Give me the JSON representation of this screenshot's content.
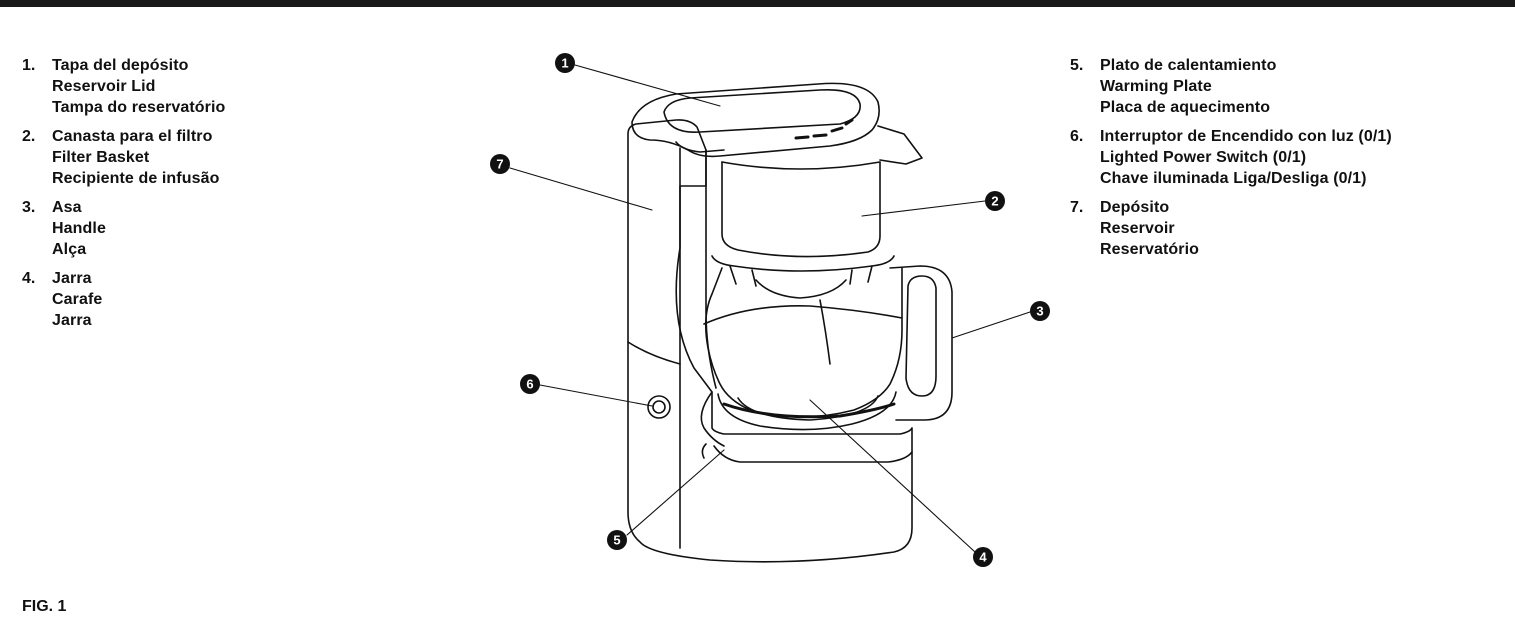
{
  "figure": {
    "caption": "FIG. 1"
  },
  "parts": [
    {
      "num": "1.",
      "lines": [
        "Tapa del depósito",
        "Reservoir Lid",
        "Tampa do reservatório"
      ]
    },
    {
      "num": "2.",
      "lines": [
        "Canasta para el filtro",
        "Filter Basket",
        "Recipiente de infusão"
      ]
    },
    {
      "num": "3.",
      "lines": [
        "Asa",
        "Handle",
        "Alça"
      ]
    },
    {
      "num": "4.",
      "lines": [
        "Jarra",
        "Carafe",
        "Jarra"
      ]
    },
    {
      "num": "5.",
      "lines": [
        "Plato de calentamiento",
        "Warming Plate",
        "Placa de aquecimento"
      ]
    },
    {
      "num": "6.",
      "lines": [
        "Interruptor de Encendido con luz (0/1)",
        "Lighted Power Switch (0/1)",
        "Chave iluminada Liga/Desliga (0/1)"
      ]
    },
    {
      "num": "7.",
      "lines": [
        "Depósito",
        "Reservoir",
        "Reservatório"
      ]
    }
  ],
  "callouts": [
    "1",
    "2",
    "3",
    "4",
    "5",
    "6",
    "7"
  ],
  "colors": {
    "ink": "#111111",
    "rule": "#1a1a1a",
    "background": "#ffffff"
  }
}
